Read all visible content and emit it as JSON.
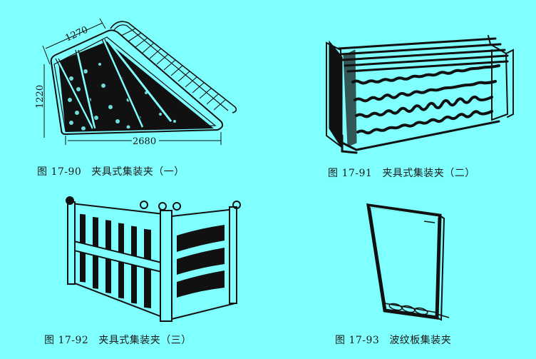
{
  "page": {
    "background": "#80ffff",
    "ink": "#111111"
  },
  "figures": [
    {
      "id": "17-90",
      "label": "图 17-90",
      "title": "夹具式集装夹（一）",
      "dimensions": {
        "top_width": "1270",
        "height": "1220",
        "base_length": "2680"
      }
    },
    {
      "id": "17-91",
      "label": "图 17-91",
      "title": "夹具式集装夹（二）"
    },
    {
      "id": "17-92",
      "label": "图 17-92",
      "title": "夹具式集装夹（三）"
    },
    {
      "id": "17-93",
      "label": "图 17-93",
      "title": "波纹板集装夹"
    }
  ]
}
